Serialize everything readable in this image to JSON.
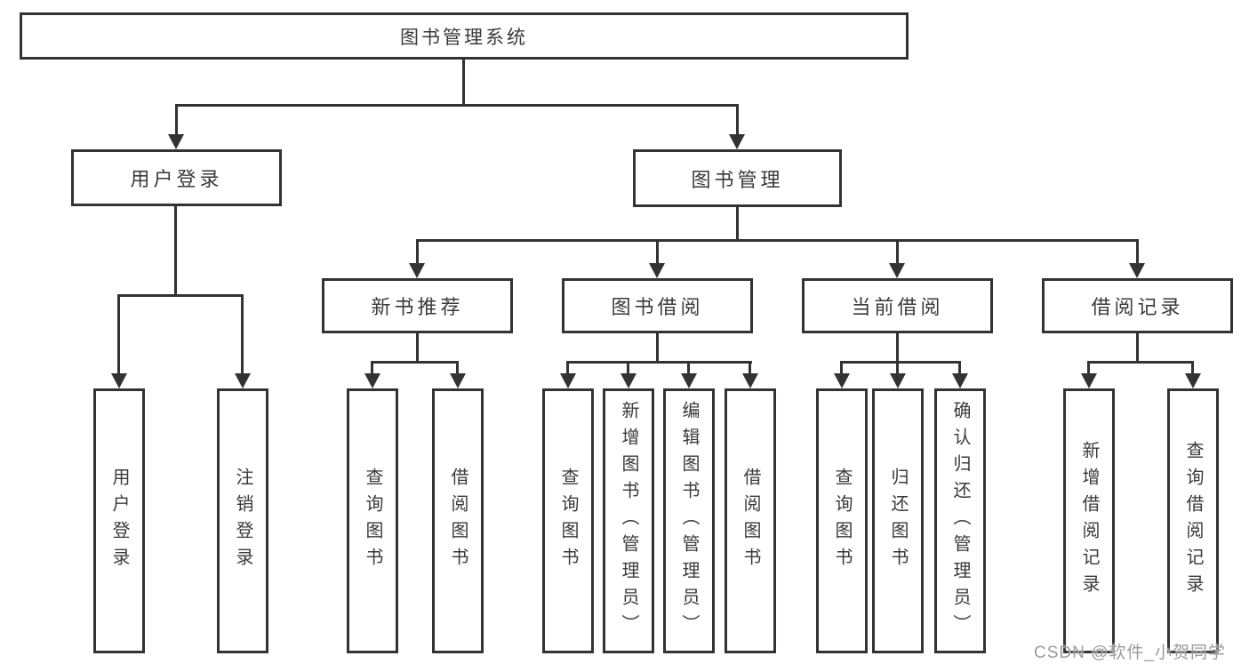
{
  "title": "图书管理系统",
  "watermark": "CSDN @软件_小贺同学",
  "colors": {
    "line": "#333333",
    "text": "#3a3a3a",
    "watermark_text": "#9b9ba1",
    "background": "#ffffff"
  },
  "nodes": {
    "root": "图书管理系统",
    "user_login": "用户登录",
    "book_mgmt": "图书管理",
    "new_books": "新书推荐",
    "book_borrow": "图书借阅",
    "current_borrow": "当前借阅",
    "borrow_records": "借阅记录",
    "leaves": {
      "user_login": [
        "用户登录",
        "注销登录"
      ],
      "new_books": [
        "查询图书",
        "借阅图书"
      ],
      "book_borrow": [
        "查询图书",
        "新增图书（管理员）",
        "编辑图书（管理员）",
        "借阅图书"
      ],
      "current_borrow": [
        "查询图书",
        "归还图书",
        "确认归还（管理员）"
      ],
      "borrow_records": [
        "新增借阅记录",
        "查询借阅记录"
      ]
    }
  }
}
